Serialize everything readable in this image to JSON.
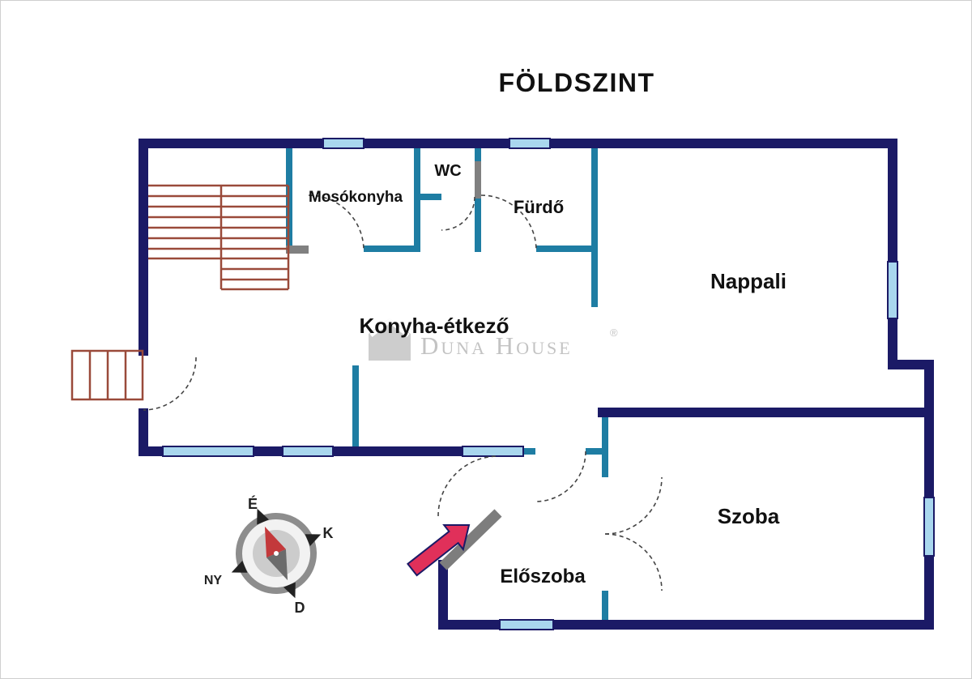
{
  "title": "FÖLDSZINT",
  "rooms": {
    "mosokonyha": "Mosókonyha",
    "wc": "WC",
    "furdo": "Fürdő",
    "nappali": "Nappali",
    "konyha_etkezo": "Konyha-étkező",
    "szoba": "Szoba",
    "eloszoba": "Előszoba"
  },
  "compass": {
    "north": "É",
    "east": "K",
    "south": "D",
    "west": "NY"
  },
  "watermark": {
    "brand": "Duna House",
    "registered": "®"
  },
  "colors": {
    "exterior_wall": "#1b1a66",
    "interior_wall": "#1e7da3",
    "window_glass": "#a9d7ee",
    "stairs": "#9a4a3a",
    "door_jamb": "#808080",
    "entrance_arrow": "#e0305a",
    "watermark_gray": "#bdbdbd"
  }
}
